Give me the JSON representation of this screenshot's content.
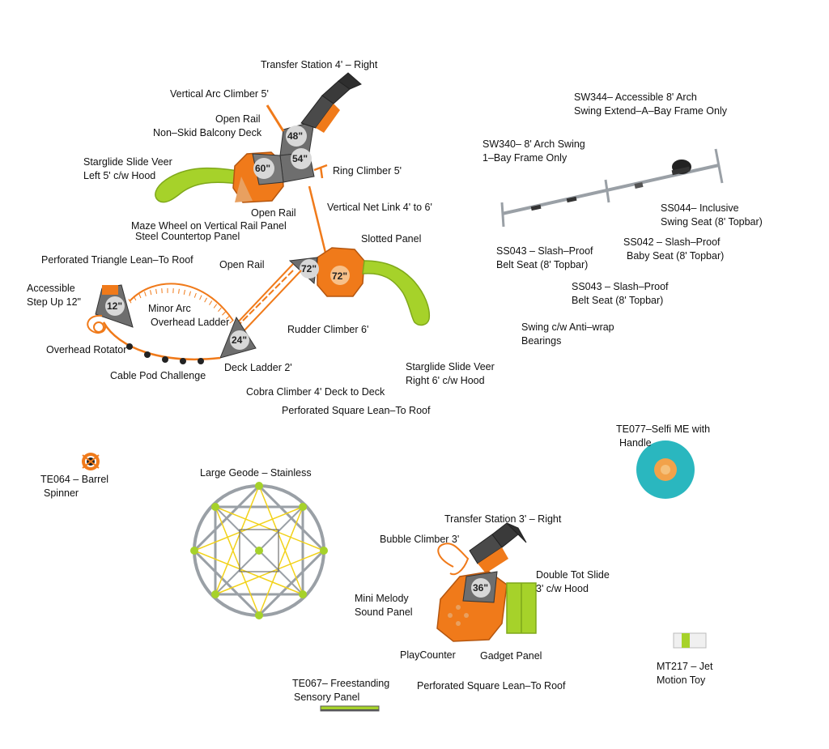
{
  "colors": {
    "orange": "#f07a1a",
    "lime": "#a6d22a",
    "gray": "#7d7d7d",
    "dark": "#3a3a3a",
    "teal": "#2ab7bf",
    "yellow": "#f2d21a",
    "steel": "#9aa0a6"
  },
  "deck_heights": {
    "d48": "48\"",
    "d54": "54\"",
    "d60": "60\"",
    "d72a": "72\"",
    "d72b": "72\"",
    "d12": "12\"",
    "d24": "24\"",
    "d36": "36\""
  },
  "labels": {
    "transfer_station_4": "Transfer Station 4' – Right",
    "vertical_arc_climber": "Vertical Arc Climber 5'",
    "open_rail_1": "Open Rail",
    "non_skid_deck": "Non–Skid Balcony Deck",
    "starglide_left_1": "Starglide Slide Veer",
    "starglide_left_2": "Left 5' c/w Hood",
    "ring_climber": "Ring Climber 5'",
    "open_rail_2": "Open Rail",
    "vertical_net_link": "Vertical Net Link 4' to 6'",
    "maze_wheel": "Maze Wheel on Vertical Rail Panel",
    "steel_countertop": "Steel Countertop Panel",
    "slotted_panel": "Slotted Panel",
    "perforated_triangle": "Perforated Triangle Lean–To Roof",
    "open_rail_3": "Open Rail",
    "accessible_step_1": "Accessible",
    "accessible_step_2": "Step Up 12\"",
    "minor_arc_1": "Minor Arc",
    "minor_arc_2": "Overhead Ladder",
    "rudder_climber": "Rudder Climber 6'",
    "overhead_rotator": "Overhead Rotator",
    "starglide_right_1": "Starglide Slide Veer",
    "starglide_right_2": "Right 6' c/w Hood",
    "cable_pod": "Cable Pod Challenge",
    "deck_ladder": "Deck Ladder 2'",
    "cobra_climber": "Cobra Climber 4' Deck to Deck",
    "perforated_square_1": "Perforated Square Lean–To Roof",
    "sw344_1": "SW344– Accessible 8' Arch",
    "sw344_2": "Swing Extend–A–Bay Frame Only",
    "sw340_1": "SW340– 8' Arch Swing",
    "sw340_2": "1–Bay Frame Only",
    "ss044_1": "SS044– Inclusive",
    "ss044_2": "Swing Seat (8' Topbar)",
    "ss042_1": "SS042 – Slash–Proof",
    "ss042_2": "Baby Seat (8' Topbar)",
    "ss043a_1": "SS043 – Slash–Proof",
    "ss043a_2": "Belt Seat (8' Topbar)",
    "ss043b_1": "SS043 – Slash–Proof",
    "ss043b_2": "Belt Seat (8' Topbar)",
    "swing_bearings_1": "Swing c/w Anti–wrap",
    "swing_bearings_2": "Bearings",
    "te077_1": "TE077–Selfi ME with",
    "te077_2": "Handle",
    "te064_1": "TE064 – Barrel",
    "te064_2": "Spinner",
    "large_geode": "Large Geode – Stainless",
    "transfer_station_3": "Transfer Station 3' – Right",
    "bubble_climber": "Bubble Climber 3'",
    "double_tot_1": "Double Tot Slide",
    "double_tot_2": "3' c/w Hood",
    "mini_melody_1": "Mini Melody",
    "mini_melody_2": "Sound Panel",
    "playcounter": "PlayCounter",
    "gadget_panel": "Gadget Panel",
    "mt217_1": "MT217 – Jet",
    "mt217_2": "Motion Toy",
    "te067_1": "TE067– Freestanding",
    "te067_2": "Sensory Panel",
    "perforated_square_2": "Perforated Square Lean–To Roof"
  }
}
